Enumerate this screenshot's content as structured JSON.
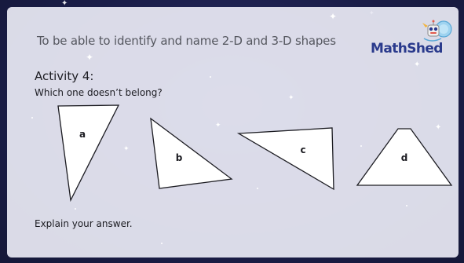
{
  "slide": {
    "objective": "To be able to identify and name 2-D and 3-D shapes",
    "activity_title": "Activity 4:",
    "question": "Which one doesn’t belong?",
    "explain": "Explain your answer."
  },
  "logo": {
    "text": "MathShed",
    "color": "#2a3a8c"
  },
  "shapes": [
    {
      "label": "a",
      "kind": "triangle"
    },
    {
      "label": "b",
      "kind": "triangle"
    },
    {
      "label": "c",
      "kind": "triangle"
    },
    {
      "label": "d",
      "kind": "trapezium"
    }
  ],
  "colors": {
    "background": "#1d2150",
    "slide": "#e9eaf4",
    "shape_fill": "#ffffff",
    "shape_stroke": "#1c1c22"
  }
}
